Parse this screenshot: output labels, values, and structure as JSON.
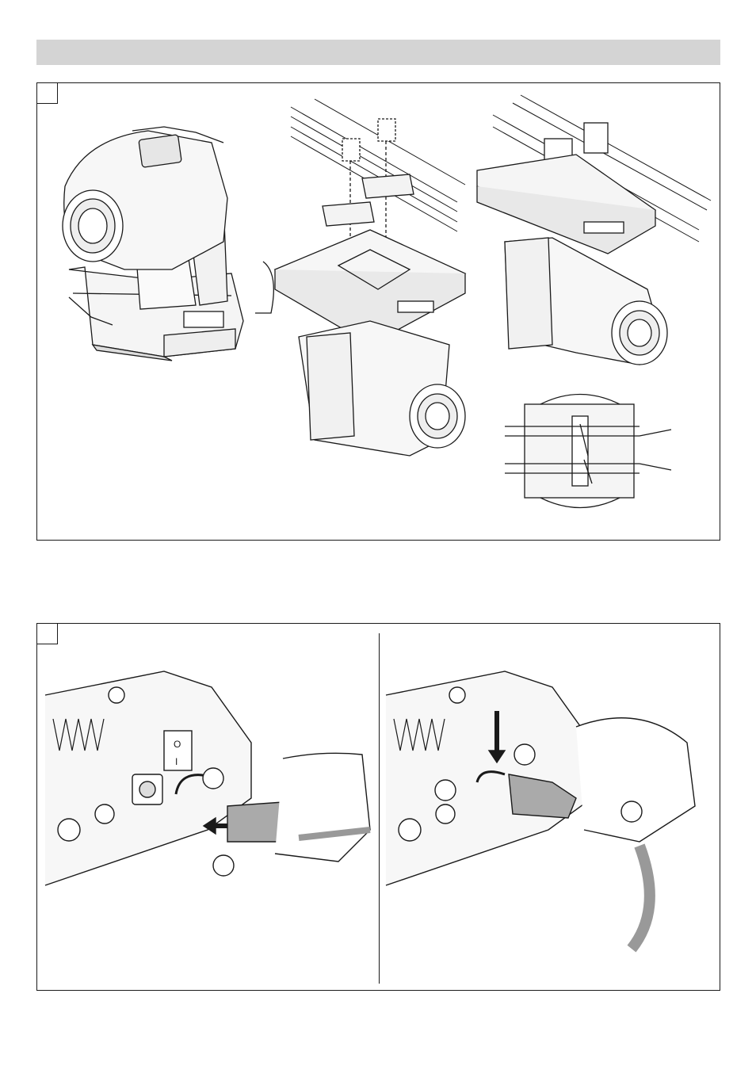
{
  "figure1": {
    "number_label": "",
    "views": [
      "fixture-standing",
      "fixture-mounting-exploded",
      "fixture-hanging-truss",
      "fixture-bottom-view"
    ]
  },
  "figure2": {
    "number_label": "",
    "panels": [
      "connect-power-plug",
      "disconnect-power-plug"
    ],
    "switch_symbols": {
      "off": "O",
      "on": "I"
    },
    "callouts": [
      "",
      "",
      "",
      ""
    ]
  }
}
